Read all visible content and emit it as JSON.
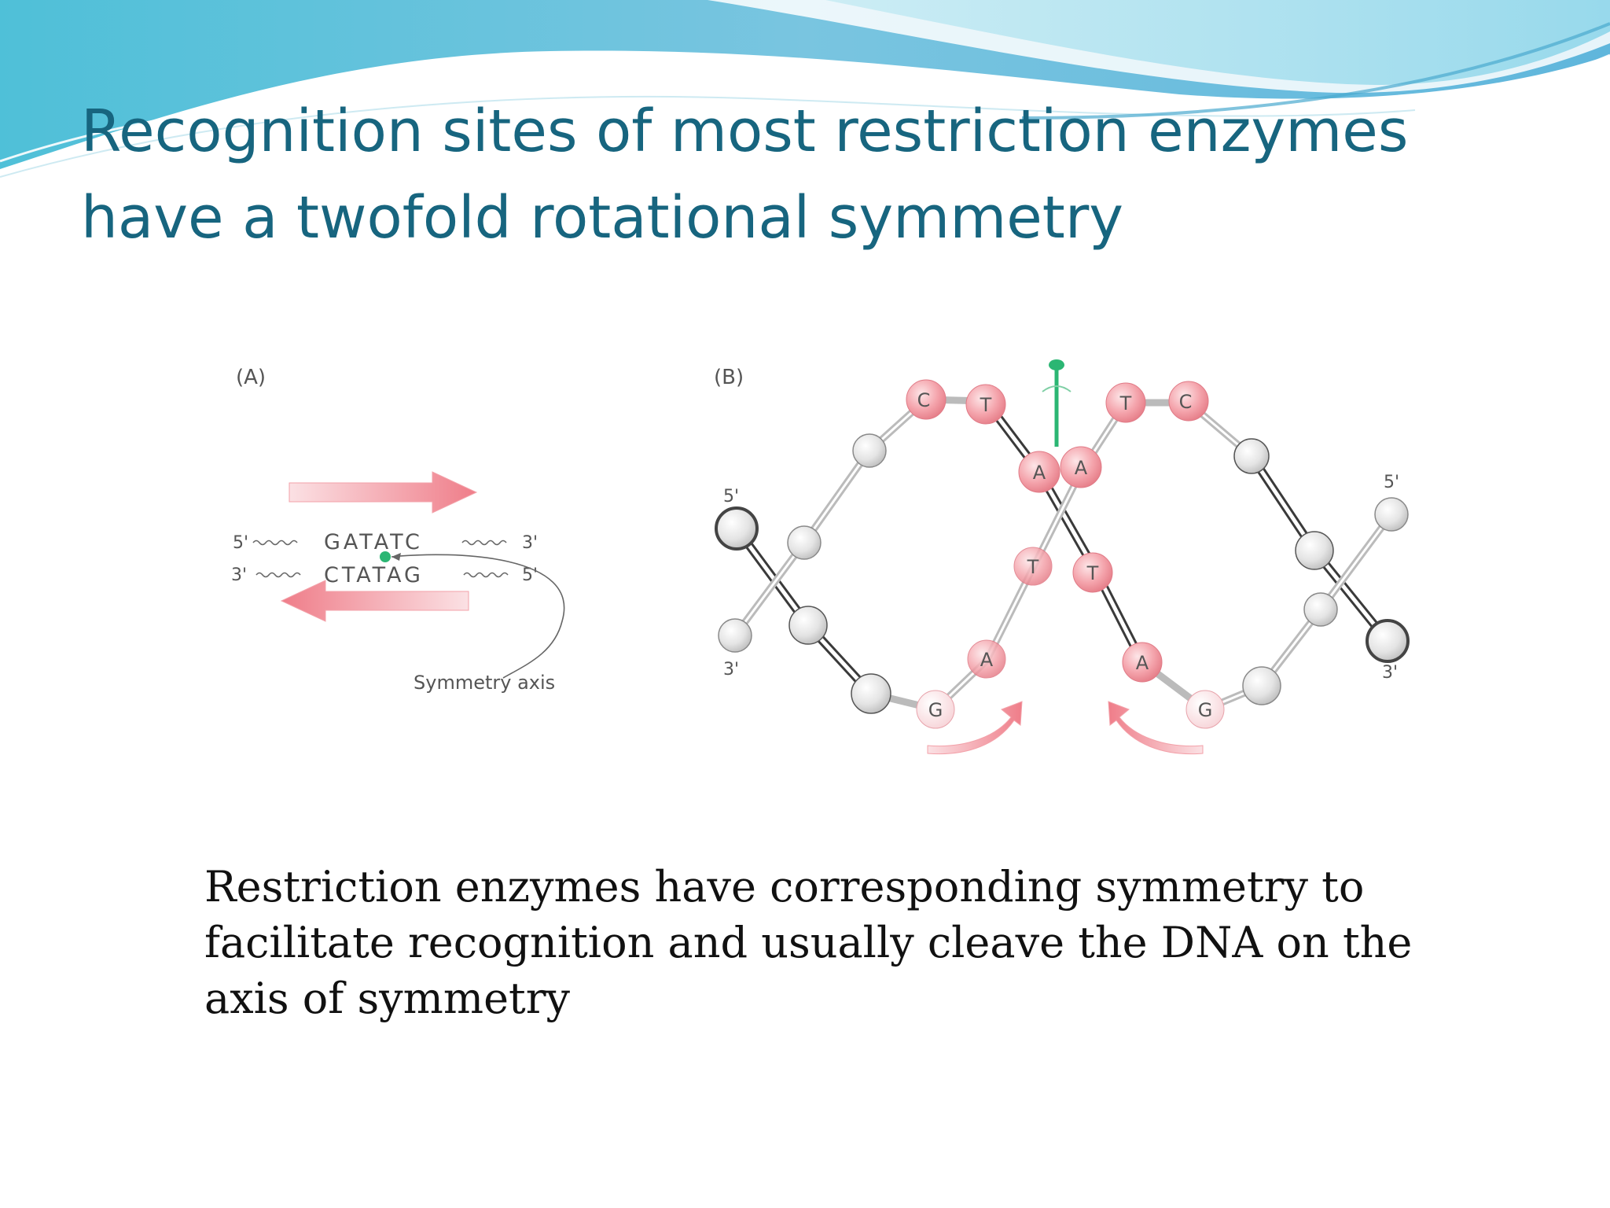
{
  "slide": {
    "title_lines": [
      "Recognition sites of most restriction enzymes",
      "have a twofold rotational symmetry"
    ],
    "caption_lines": [
      "Restriction enzymes have corresponding symmetry to",
      "facilitate recognition and usually cleave the DNA on the",
      "axis of symmetry"
    ]
  },
  "figure": {
    "panel_a": {
      "label": "(A)",
      "top_strand": {
        "left_end": "5'",
        "sequence": "GATATC",
        "right_end": "3'"
      },
      "bottom_strand": {
        "left_end": "3'",
        "sequence": "CTATAG",
        "right_end": "5'"
      },
      "axis_label": "Symmetry axis"
    },
    "panel_b": {
      "label": "(B)",
      "end_labels": [
        "5'",
        "3'",
        "5'",
        "3'"
      ],
      "bases": [
        "C",
        "T",
        "T",
        "C",
        "A",
        "A",
        "T",
        "T",
        "A",
        "A",
        "G",
        "G"
      ]
    }
  },
  "colors": {
    "title": "#17657f",
    "highlight_base": "#f08a94",
    "axis_marker": "#2bb673",
    "header_wave": "#6cc4de"
  }
}
